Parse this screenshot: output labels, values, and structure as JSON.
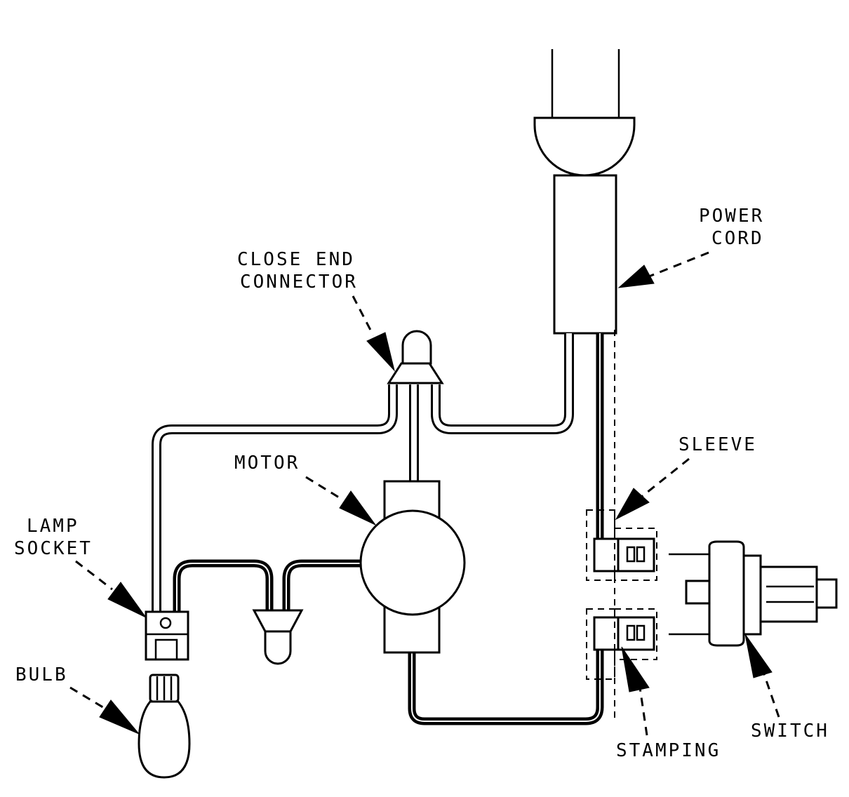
{
  "labels": {
    "power_cord": [
      "POWER",
      "CORD"
    ],
    "close_end_connector": [
      "CLOSE END",
      "CONNECTOR"
    ],
    "sleeve": "SLEEVE",
    "motor": "MOTOR",
    "lamp_socket": [
      "LAMP",
      "SOCKET"
    ],
    "bulb": "BULB",
    "stamping": "STAMPING",
    "switch": "SWITCH"
  }
}
